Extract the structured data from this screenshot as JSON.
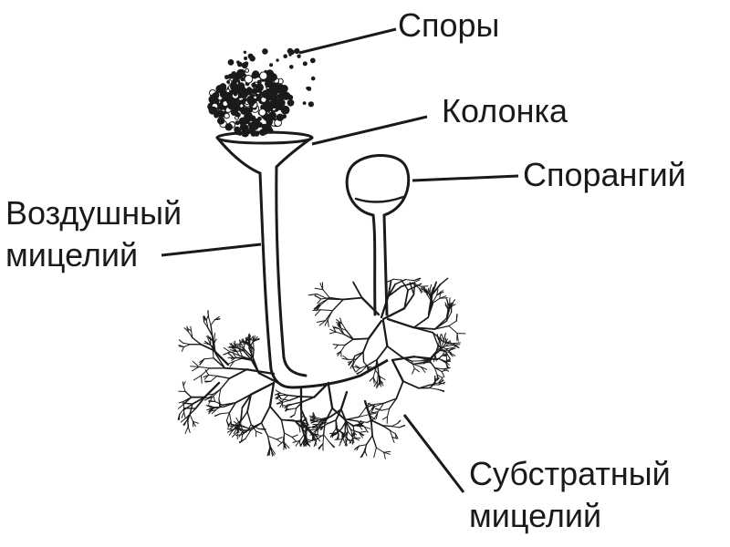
{
  "labels": {
    "spores": "Споры",
    "columella": "Колонка",
    "sporangium": "Спорангий",
    "aerial_mycelium_line1": "Воздушный",
    "aerial_mycelium_line2": "мицелий",
    "substrate_mycelium_line1": "Субстратный",
    "substrate_mycelium_line2": "мицелий"
  },
  "colors": {
    "ink": "#1a1a1a",
    "background": "#ffffff"
  }
}
